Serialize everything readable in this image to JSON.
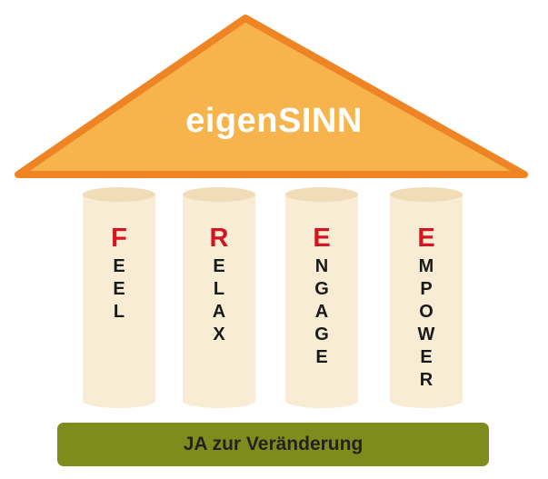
{
  "roof": {
    "title": "eigenSINN"
  },
  "pillars": [
    {
      "first": "F",
      "rest": [
        "E",
        "E",
        "L"
      ]
    },
    {
      "first": "R",
      "rest": [
        "E",
        "L",
        "A",
        "X"
      ]
    },
    {
      "first": "E",
      "rest": [
        "N",
        "G",
        "A",
        "G",
        "E"
      ]
    },
    {
      "first": "E",
      "rest": [
        "M",
        "P",
        "O",
        "W",
        "E",
        "R"
      ]
    }
  ],
  "base": {
    "label": "JA zur Veränderung"
  },
  "colors": {
    "roof_fill": "#f8b44c",
    "roof_stroke": "#ef8425",
    "pillar": "#f8ecd5",
    "accent_letter": "#d4141e",
    "base": "#7e8c1d"
  }
}
